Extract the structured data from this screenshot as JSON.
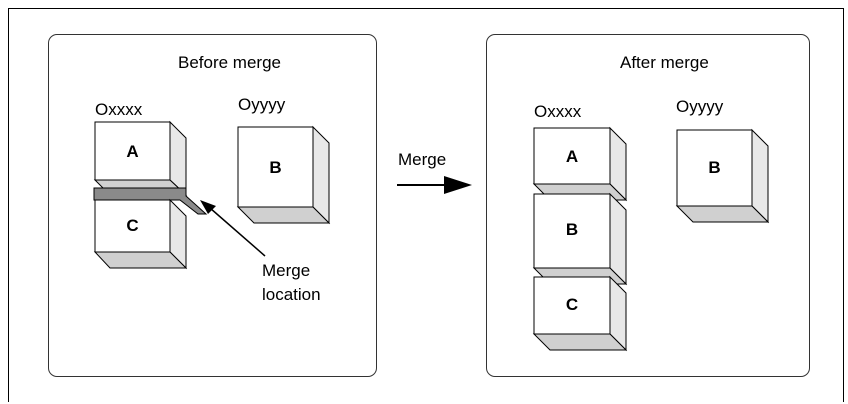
{
  "diagram": {
    "before": {
      "title": "Before merge",
      "file_left": "Oxxxx",
      "file_right": "Oyyyy",
      "block_top": "A",
      "block_bottom": "C",
      "block_right": "B",
      "callout": [
        "Merge",
        "location"
      ]
    },
    "arrow_label": "Merge",
    "after": {
      "title": "After merge",
      "file_left": "Oxxxx",
      "file_right": "Oyyyy",
      "stack": [
        "A",
        "B",
        "C"
      ],
      "block_right": "B"
    }
  },
  "colors": {
    "box_fill": "#ffffff",
    "side_fill": "#e8e8e8",
    "bottom_fill": "#d0d0d0",
    "merge_band": "#8a8a8a",
    "stroke": "#000000"
  }
}
